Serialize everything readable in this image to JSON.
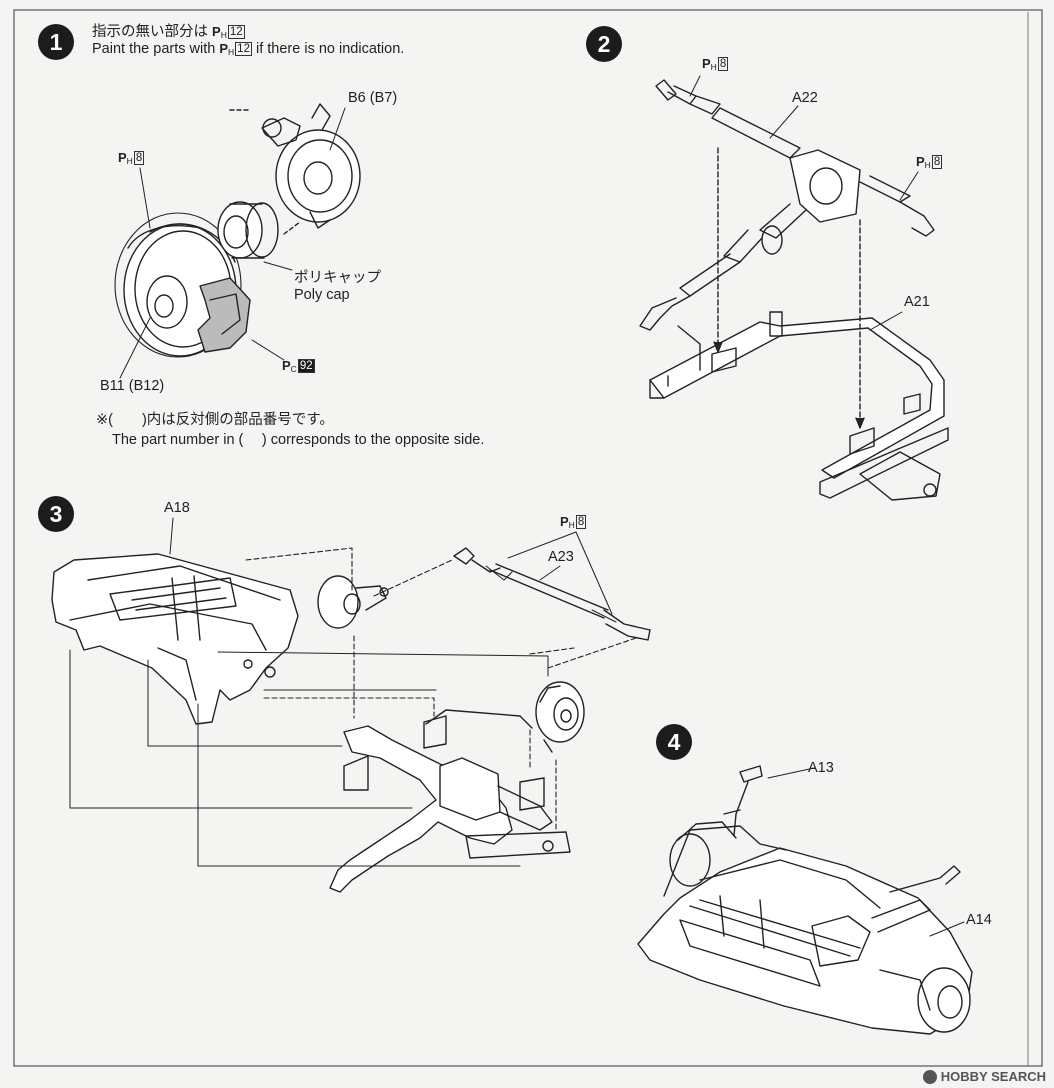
{
  "steps": [
    {
      "number": "1",
      "note_jp": "指示の無い部分は",
      "note_en": "Paint the parts with",
      "note_en_tail": "if there is no indication.",
      "labels": {
        "b6": "B6 (B7)",
        "polycap_jp": "ポリキャップ",
        "polycap_en": "Poly cap",
        "b11": "B11 (B12)"
      },
      "footnote_jp": "※(　　)内は反対側の部品番号です。",
      "footnote_en": "The part number in (　 ) corresponds to the opposite side."
    },
    {
      "number": "2",
      "labels": {
        "a22": "A22",
        "a21": "A21"
      }
    },
    {
      "number": "3",
      "labels": {
        "a18": "A18",
        "a23": "A23"
      }
    },
    {
      "number": "4",
      "labels": {
        "a13": "A13",
        "a14": "A14"
      }
    }
  ],
  "paint_codes": {
    "default_note": {
      "letter": "P",
      "sub": "H",
      "code": "12"
    },
    "step1_disc": {
      "letter": "P",
      "sub": "H",
      "code": "8"
    },
    "step1_caliper": {
      "letter": "P",
      "sub": "C",
      "code": "92"
    },
    "step2_left": {
      "letter": "P",
      "sub": "H",
      "code": "8"
    },
    "step2_right": {
      "letter": "P",
      "sub": "H",
      "code": "8"
    },
    "step3_rod": {
      "letter": "P",
      "sub": "H",
      "code": "8"
    }
  },
  "watermark": "HOBBY SEARCH"
}
